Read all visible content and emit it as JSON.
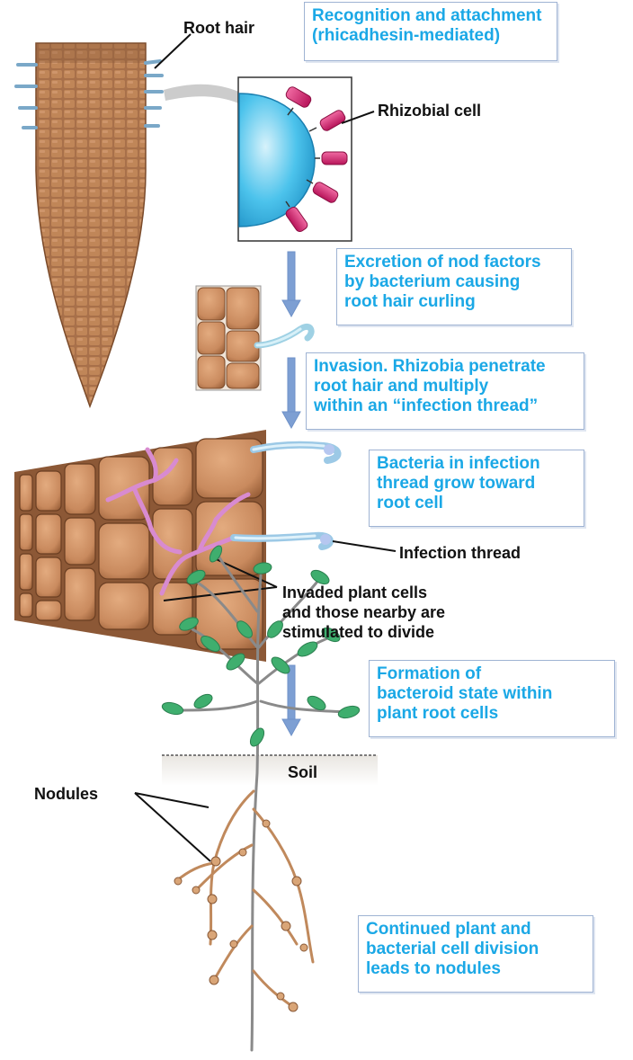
{
  "steps": [
    {
      "id": "recognition",
      "text": "Recognition and attachment\n(rhicadhesin-mediated)"
    },
    {
      "id": "nod-factors",
      "text": "Excretion of nod factors\nby bacterium causing\nroot hair curling"
    },
    {
      "id": "invasion",
      "text": "Invasion. Rhizobia penetrate\nroot hair and multiply\nwithin an “infection thread”"
    },
    {
      "id": "growth",
      "text": "Bacteria in infection\nthread grow toward\nroot cell"
    },
    {
      "id": "bacteroid",
      "text": "Formation of\nbacteroid state within\nplant root cells"
    },
    {
      "id": "nodules",
      "text": "Continued plant and\nbacterial cell division\nleads to nodules"
    }
  ],
  "labels": {
    "root_hair": "Root hair",
    "rhizobial_cell": "Rhizobial cell",
    "infection_thread": "Infection thread",
    "invaded_cells": "Invaded plant cells\nand those nearby are\nstimulated to divide",
    "soil": "Soil",
    "nodules": "Nodules"
  },
  "colors": {
    "step_text": "#1ba8e6",
    "step_border": "#9fb3d3",
    "flow_arrow": "#7d9fd3",
    "root_tissue": "#a8704a",
    "plant_cell": "#c98a5e",
    "infection_thread": "#d88bd0",
    "rhizobium": "#d6246e",
    "root_hair_tip": "#bde3f0",
    "leaf": "#3fae6e"
  }
}
